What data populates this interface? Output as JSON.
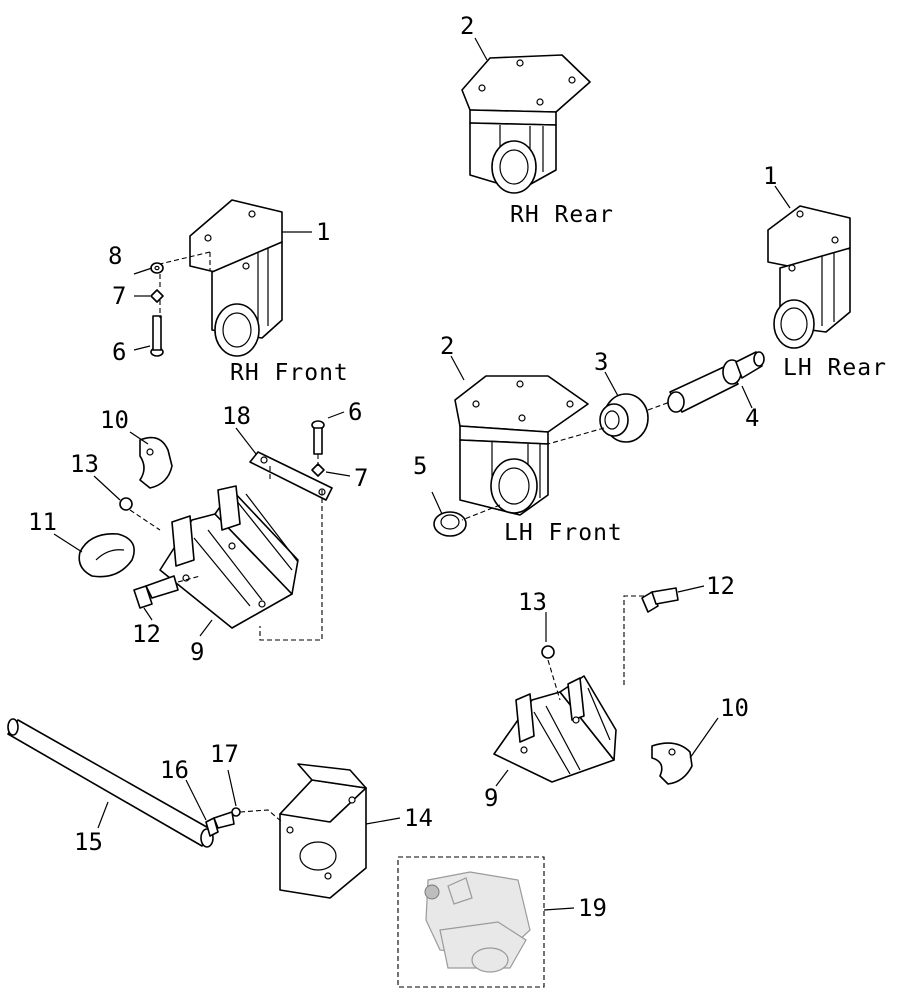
{
  "callouts": {
    "c1a": "1",
    "c1b": "1",
    "c2a": "2",
    "c2b": "2",
    "c3": "3",
    "c4": "4",
    "c5": "5",
    "c6a": "6",
    "c6b": "6",
    "c7a": "7",
    "c7b": "7",
    "c8": "8",
    "c9a": "9",
    "c9b": "9",
    "c10a": "10",
    "c10b": "10",
    "c11": "11",
    "c12a": "12",
    "c12b": "12",
    "c13a": "13",
    "c13b": "13",
    "c14": "14",
    "c15": "15",
    "c16": "16",
    "c17": "17",
    "c18": "18",
    "c19": "19"
  },
  "captions": {
    "rh_rear": "RH Rear",
    "rh_front": "RH Front",
    "lh_rear": "LH Rear",
    "lh_front": "LH Front"
  }
}
